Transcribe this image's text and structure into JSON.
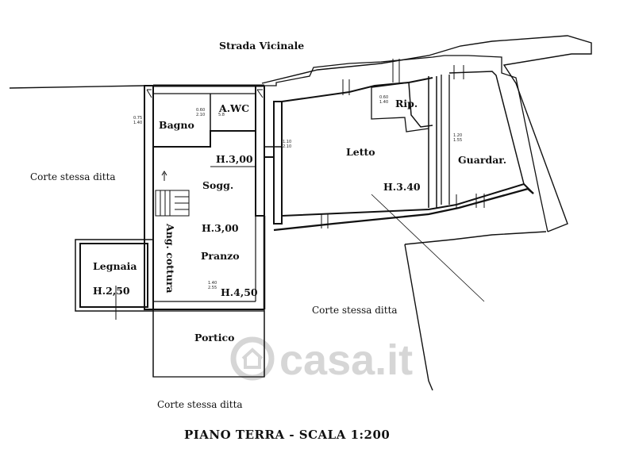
{
  "plan": {
    "title": "PIANO TERRA - SCALA 1:200",
    "road": "Strada Vicinale",
    "courtyard_label": "Corte stessa ditta",
    "rooms": {
      "bagno": "Bagno",
      "awc": "A.WC",
      "letto": "Letto",
      "rip": "Rip.",
      "guardar": "Guardar.",
      "sogg": "Sogg.",
      "ang_cottura": "Ang. cottura",
      "pranzo": "Pranzo",
      "legnaia": "Legnaia",
      "portico": "Portico"
    },
    "heights": {
      "h300_a": "H.3,00",
      "h340": "H.3.40",
      "h300_b": "H.3,00",
      "h250": "H.2,50",
      "h450": "H.4,50"
    }
  }
}
